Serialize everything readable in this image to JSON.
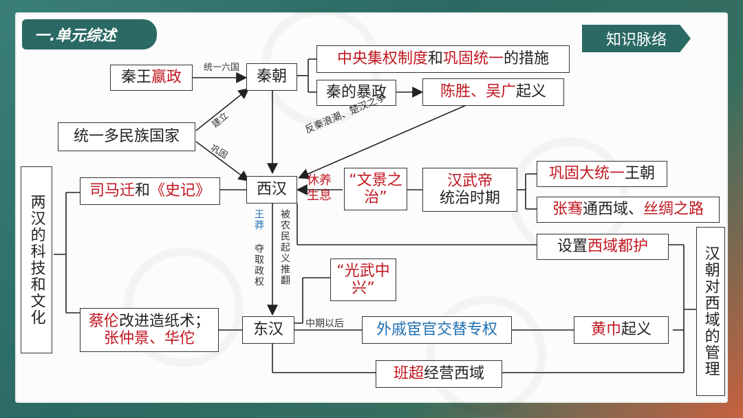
{
  "header": {
    "section_title": "一.单元综述",
    "badge": "知识脉络"
  },
  "nodes": {
    "qinwang": {
      "pre": "秦王",
      "red": "嬴政"
    },
    "qinchao": "秦朝",
    "measures": {
      "red1": "中央集权制度",
      "mid": "和",
      "red2": "巩固统一",
      "post": "的措施"
    },
    "baozheng": "秦的暴政",
    "qiyi": {
      "red": "陈胜、吴广",
      "post": "起义"
    },
    "duominzu": "统一多民族国家",
    "xihan": "西汉",
    "sima": {
      "red1": "司马迁",
      "mid": "和",
      "red2": "《史记》"
    },
    "xiuyang": "休养生息",
    "wenjing": "“文景之治”",
    "wudi": {
      "red": "汉武帝",
      "post": "统治时期"
    },
    "gonggu": {
      "red": "巩固大统一",
      "post": "王朝"
    },
    "zhangqian": {
      "red1": "张骞",
      "mid": "通西域、",
      "red2": "丝绸之路"
    },
    "duhu": {
      "pre": "设置",
      "red": "西域都护"
    },
    "guangwu": "“光武中兴”",
    "donghan": "东汉",
    "caihou": {
      "red": "蔡伦",
      "post": "改进造纸术；",
      "line2": "张仲景、华佗"
    },
    "waiqi": "外戚宦官交替专权",
    "huangjin": {
      "red": "黄巾",
      "post": "起义"
    },
    "banchao": {
      "red": "班超",
      "post": "经营西域"
    },
    "liangHan": "两汉的科技和文化",
    "hanChao": "汉朝对西域的管理"
  },
  "labels": {
    "tongyi": "统一六国",
    "jianli": "建立",
    "gonggu": "巩固",
    "fanqin": "反秦浪潮、楚汉之争",
    "wangmang": "王莽",
    "duoquan": "夺取政权",
    "bei": "被农民起义推翻",
    "zhongqi": "中期以后"
  },
  "colors": {
    "red": "#c0161f",
    "blue": "#1f6fb0",
    "teal": "#2b6964"
  }
}
